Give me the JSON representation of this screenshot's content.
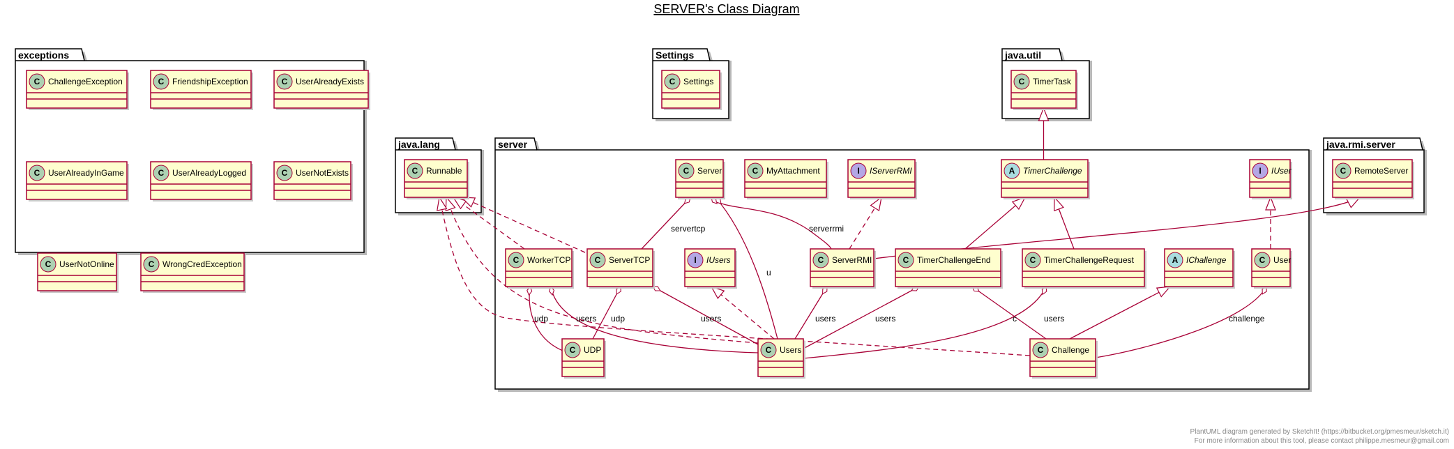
{
  "title": "SERVER's Class Diagram",
  "footer": {
    "line1": "PlantUML diagram generated by SketchIt! (https://bitbucket.org/pmesmeur/sketch.it)",
    "line2": "For more information about this tool, please contact philippe.mesmeur@gmail.com"
  },
  "colors": {
    "class_fill": "#FEFECE",
    "class_border": "#A80036",
    "badge_class": "#ADD1B2",
    "badge_interface": "#B4A7E5",
    "badge_abstract": "#A9DCDF",
    "edge": "#A80036"
  },
  "packages": [
    {
      "id": "exceptions",
      "name": "exceptions"
    },
    {
      "id": "settings",
      "name": "Settings"
    },
    {
      "id": "javautil",
      "name": "java.util"
    },
    {
      "id": "javalang",
      "name": "java.lang"
    },
    {
      "id": "server",
      "name": "server"
    },
    {
      "id": "javarmi",
      "name": "java.rmi.server"
    }
  ],
  "classes": [
    {
      "id": "ChallengeException",
      "name": "ChallengeException",
      "kind": "class"
    },
    {
      "id": "FriendshipException",
      "name": "FriendshipException",
      "kind": "class"
    },
    {
      "id": "UserAlreadyExists",
      "name": "UserAlreadyExists",
      "kind": "class"
    },
    {
      "id": "UserAlreadyInGame",
      "name": "UserAlreadyInGame",
      "kind": "class"
    },
    {
      "id": "UserAlreadyLogged",
      "name": "UserAlreadyLogged",
      "kind": "class"
    },
    {
      "id": "UserNotExists",
      "name": "UserNotExists",
      "kind": "class"
    },
    {
      "id": "UserNotOnline",
      "name": "UserNotOnline",
      "kind": "class"
    },
    {
      "id": "WrongCredException",
      "name": "WrongCredException",
      "kind": "class"
    },
    {
      "id": "Settings",
      "name": "Settings",
      "kind": "class"
    },
    {
      "id": "TimerTask",
      "name": "TimerTask",
      "kind": "class"
    },
    {
      "id": "Runnable",
      "name": "Runnable",
      "kind": "class"
    },
    {
      "id": "RemoteServer",
      "name": "RemoteServer",
      "kind": "class"
    },
    {
      "id": "Server",
      "name": "Server",
      "kind": "class"
    },
    {
      "id": "MyAttachment",
      "name": "MyAttachment",
      "kind": "class"
    },
    {
      "id": "IServerRMI",
      "name": "IServerRMI",
      "kind": "interface"
    },
    {
      "id": "TimerChallenge",
      "name": "TimerChallenge",
      "kind": "abstract"
    },
    {
      "id": "IUser",
      "name": "IUser",
      "kind": "interface"
    },
    {
      "id": "WorkerTCP",
      "name": "WorkerTCP",
      "kind": "class"
    },
    {
      "id": "ServerTCP",
      "name": "ServerTCP",
      "kind": "class"
    },
    {
      "id": "IUsers",
      "name": "IUsers",
      "kind": "interface"
    },
    {
      "id": "ServerRMI",
      "name": "ServerRMI",
      "kind": "class"
    },
    {
      "id": "TimerChallengeEnd",
      "name": "TimerChallengeEnd",
      "kind": "class"
    },
    {
      "id": "TimerChallengeRequest",
      "name": "TimerChallengeRequest",
      "kind": "class"
    },
    {
      "id": "IChallenge",
      "name": "IChallenge",
      "kind": "abstract"
    },
    {
      "id": "User",
      "name": "User",
      "kind": "class"
    },
    {
      "id": "UDP",
      "name": "UDP",
      "kind": "class"
    },
    {
      "id": "Users",
      "name": "Users",
      "kind": "class"
    },
    {
      "id": "Challenge",
      "name": "Challenge",
      "kind": "class"
    }
  ],
  "relations": [
    {
      "from": "TimerChallenge",
      "to": "TimerTask",
      "type": "extends",
      "label": ""
    },
    {
      "from": "TimerChallengeEnd",
      "to": "TimerChallenge",
      "type": "extends",
      "label": ""
    },
    {
      "from": "TimerChallengeRequest",
      "to": "TimerChallenge",
      "type": "extends",
      "label": ""
    },
    {
      "from": "ServerRMI",
      "to": "RemoteServer",
      "type": "extends",
      "label": ""
    },
    {
      "from": "ServerRMI",
      "to": "IServerRMI",
      "type": "implements",
      "label": ""
    },
    {
      "from": "User",
      "to": "IUser",
      "type": "implements",
      "label": ""
    },
    {
      "from": "Users",
      "to": "IUsers",
      "type": "implements",
      "label": ""
    },
    {
      "from": "Challenge",
      "to": "IChallenge",
      "type": "extends",
      "label": ""
    },
    {
      "from": "WorkerTCP",
      "to": "Runnable",
      "type": "implements",
      "label": ""
    },
    {
      "from": "ServerTCP",
      "to": "Runnable",
      "type": "implements",
      "label": ""
    },
    {
      "from": "Users",
      "to": "Runnable",
      "type": "implements",
      "label": ""
    },
    {
      "from": "Challenge",
      "to": "Runnable",
      "type": "implements",
      "label": ""
    },
    {
      "from": "Server",
      "to": "ServerTCP",
      "type": "aggregation",
      "label": "servertcp"
    },
    {
      "from": "Server",
      "to": "ServerRMI",
      "type": "aggregation",
      "label": "serverrmi"
    },
    {
      "from": "Server",
      "to": "Users",
      "type": "aggregation",
      "label": "u"
    },
    {
      "from": "WorkerTCP",
      "to": "UDP",
      "type": "aggregation",
      "label": "udp"
    },
    {
      "from": "WorkerTCP",
      "to": "Users",
      "type": "aggregation",
      "label": "users"
    },
    {
      "from": "ServerTCP",
      "to": "UDP",
      "type": "aggregation",
      "label": "udp"
    },
    {
      "from": "ServerTCP",
      "to": "Users",
      "type": "aggregation",
      "label": "users"
    },
    {
      "from": "ServerRMI",
      "to": "Users",
      "type": "aggregation",
      "label": "users"
    },
    {
      "from": "TimerChallengeEnd",
      "to": "Users",
      "type": "aggregation",
      "label": "users"
    },
    {
      "from": "TimerChallengeEnd",
      "to": "Challenge",
      "type": "aggregation",
      "label": "c"
    },
    {
      "from": "TimerChallengeRequest",
      "to": "Users",
      "type": "aggregation",
      "label": "users"
    },
    {
      "from": "User",
      "to": "Challenge",
      "type": "aggregation",
      "label": "challenge"
    }
  ]
}
